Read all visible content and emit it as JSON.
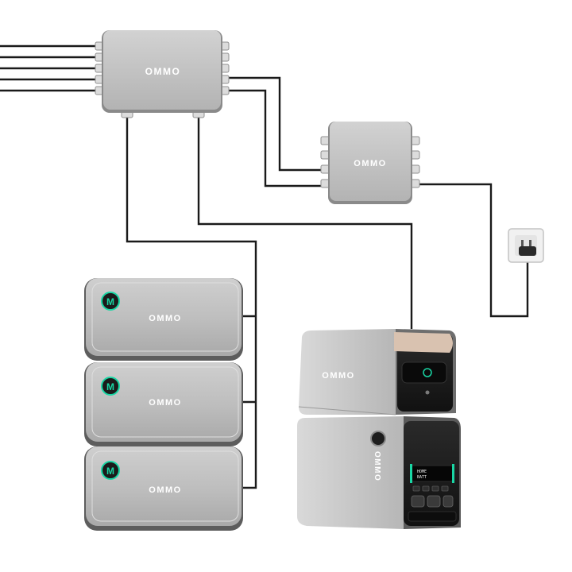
{
  "brand": {
    "logo_text": "OMMO",
    "logo_glyph": "M",
    "accent_color": "#19d6a4",
    "body_color": "#bdbdbd",
    "trim_color": "#6c6c6c"
  },
  "junction_boxes": [
    {
      "label": "OMMO"
    },
    {
      "label": "OMMO"
    }
  ],
  "battery_modules": [
    {
      "label": "OMMO",
      "badge": "M"
    },
    {
      "label": "OMMO",
      "badge": "M"
    },
    {
      "label": "OMMO",
      "badge": "M"
    }
  ],
  "power_station": {
    "top_label": "OMMO",
    "side_label": "OMMO",
    "display_left": "HOME",
    "display_right": "BATT"
  },
  "outlet": {
    "icon": "wall-plug-icon"
  }
}
